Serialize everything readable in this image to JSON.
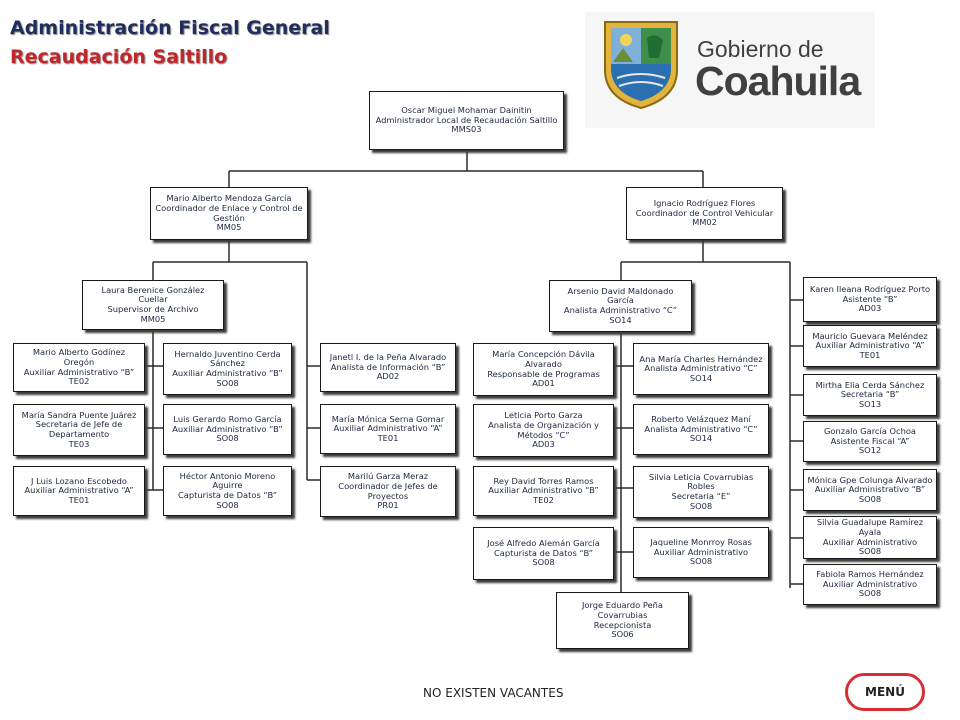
{
  "header": {
    "title": "Administración Fiscal General",
    "subtitle": "Recaudación Saltillo"
  },
  "logo": {
    "line1": "Gobierno de",
    "line2": "Coahuila"
  },
  "org": {
    "n0": [
      "Oscar Miguel Mohamar Dainitin",
      "Administrador Local de Recaudación Saltillo",
      "MMS03"
    ],
    "n1": [
      "Mario Alberto Mendoza García",
      "Coordinador de Enlace y Control de Gestión",
      "MM05"
    ],
    "n2": [
      "Ignacio Rodríguez Flores",
      "Coordinador de Control Vehicular",
      "MM02"
    ],
    "n3": [
      "Laura Berenice González Cuellar",
      "Supervisor de Archivo",
      "MM05"
    ],
    "n4": [
      "Mario Alberto Godínez Oregón",
      "Auxiliar Administrativo “B”",
      "TE02"
    ],
    "n5": [
      "Hernaldo Juventino Cerda Sánchez",
      "Auxiliar Administrativo “B”",
      "SO08"
    ],
    "n6": [
      "Janetl I. de la Peña Alvarado",
      "Analista de Información “B”",
      "AD02"
    ],
    "n7": [
      "María Sandra Puente Juárez",
      "Secretaria de Jefe de Departamento",
      "TE03"
    ],
    "n8": [
      "Luis Gerardo Romo García",
      "Auxiliar Administrativo “B”",
      "SO08"
    ],
    "n9": [
      "María Mónica Serna Gomar",
      "Auxiliar Administrativo “A”",
      "TE01"
    ],
    "n10": [
      "J Luis Lozano Escobedo",
      "Auxiliar Administrativo “A”",
      "TE01"
    ],
    "n11": [
      "Héctor Antonio Moreno Aguirre",
      "Capturista de Datos “B”",
      "SO08"
    ],
    "n12": [
      "Marilú Garza Meraz",
      "Coordinador de Jefes de Proyectos",
      "PR01"
    ],
    "n13": [
      "Arsenio David Maldonado García",
      "Analista Administrativo “C”",
      "SO14"
    ],
    "n14": [
      "María Concepción Dávila Alvarado",
      "Responsable de Programas",
      "AD01"
    ],
    "n15": [
      "Ana María Charles Hernández",
      "Analista Administrativo “C”",
      "SO14"
    ],
    "n16": [
      "Leticia Porto Garza",
      "Analista de Organización y Métodos “C”",
      "AD03"
    ],
    "n17": [
      "Roberto Velázquez Maní",
      "Analista Administrativo “C”",
      "SO14"
    ],
    "n18": [
      "Rey David Torres Ramos",
      "Auxiliar Administrativo “B”",
      "TE02"
    ],
    "n19": [
      "Silvia Leticia Covarrubias Robles",
      "Secretaria “E”",
      "SO08"
    ],
    "n20": [
      "José Alfredo Alemán García",
      "Capturista de Datos “B”",
      "SO08"
    ],
    "n21": [
      "Jaqueline Monrroy Rosas",
      "Auxiliar Administrativo",
      "SO08"
    ],
    "n22": [
      "Jorge Eduardo Peña Covarrubias",
      "Recepcionista",
      "SO06"
    ],
    "n23": [
      "Karen Ileana Rodríguez Porto",
      "Asistente “B”",
      "AD03"
    ],
    "n24": [
      "Mauricio Guevara Meléndez",
      "Auxiliar Administrativo “A”",
      "TE01"
    ],
    "n25": [
      "Mirtha Elia Cerda Sánchez",
      "Secretaria “B”",
      "SO13"
    ],
    "n26": [
      "Gonzalo García Ochoa",
      "Asistente Fiscal “A”",
      "SO12"
    ],
    "n27": [
      "Mónica Gpe Colunga Alvarado",
      "Auxiliar Administrativo “B”",
      "SO08"
    ],
    "n28": [
      "Silvia Guadalupe Ramírez Ayala",
      "Auxiliar Administrativo",
      "SO08"
    ],
    "n29": [
      "Fabiola Ramos Hernández",
      "Auxiliar Administrativo",
      "SO08"
    ]
  },
  "footer": {
    "note": "NO EXISTEN VACANTES",
    "menu_label": "MENÚ"
  },
  "colors": {
    "title": "#1f2e5e",
    "subtitle": "#c0262a",
    "menu_border": "#d72d35",
    "box_text": "#1e2740"
  }
}
